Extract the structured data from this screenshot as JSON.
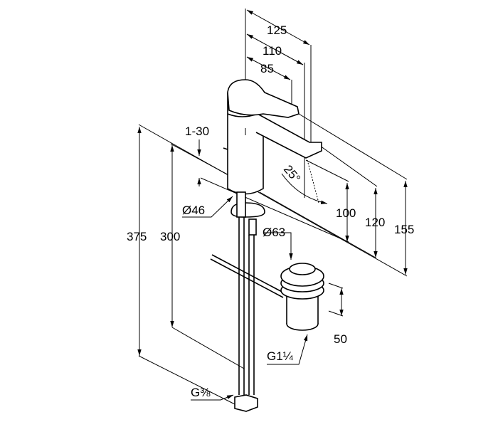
{
  "drawing": {
    "dimensions": {
      "spout_reach_outer": "125",
      "spout_reach_mid": "110",
      "handle_reach": "85",
      "deck_thickness": "1-30",
      "spout_angle": "25°",
      "body_diameter": "Ø46",
      "height_outlet": "100",
      "height_spout": "120",
      "height_total": "155",
      "hose_length_outer": "375",
      "hose_length_inner": "300",
      "waste_diameter": "Ø63",
      "waste_height": "50",
      "waste_thread": "G1¼",
      "hose_thread": "G⅜"
    },
    "line_color": "#000000",
    "background_color": "#ffffff"
  }
}
